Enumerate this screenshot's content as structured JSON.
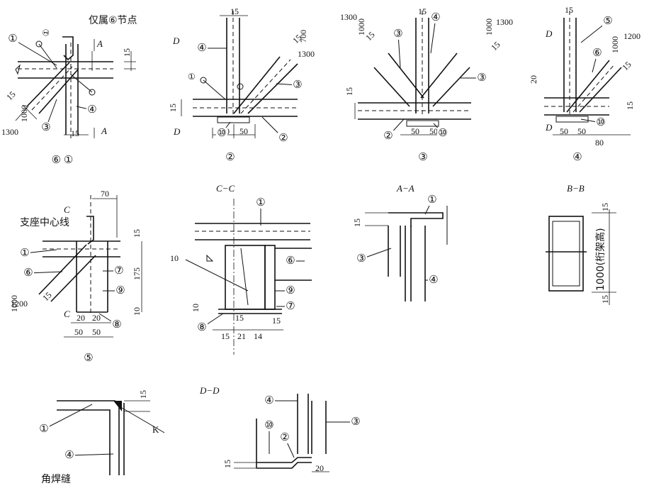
{
  "notes": {
    "only_node6": "仅属⑥节点",
    "support_centerline": "支座中心线",
    "fillet_weld": "角焊缝",
    "truss_height": "1000(桁架高)"
  },
  "section_titles": {
    "cc": "C−C",
    "aa": "A−A",
    "bb": "B−B",
    "dd": "D−D"
  },
  "section_marks": {
    "a": "A",
    "c": "C",
    "d": "D"
  },
  "node_labels": {
    "n61": "⑥ ①",
    "n2": "②",
    "n3": "③",
    "n4": "④",
    "n5": "⑤"
  },
  "parts": [
    "①",
    "②",
    "③",
    "④",
    "⑤",
    "⑥",
    "⑦",
    "⑧",
    "⑨",
    "⑩"
  ],
  "dims": {
    "d15": "15",
    "d20": "20",
    "d21": "21",
    "d14": "14",
    "d50": "50",
    "d70": "70",
    "d80": "80",
    "d175": "175",
    "d10": "10",
    "d1000": "1000",
    "d1200": "1200",
    "d1300": "1300",
    "d700": "700"
  },
  "weld_symbol": "K"
}
